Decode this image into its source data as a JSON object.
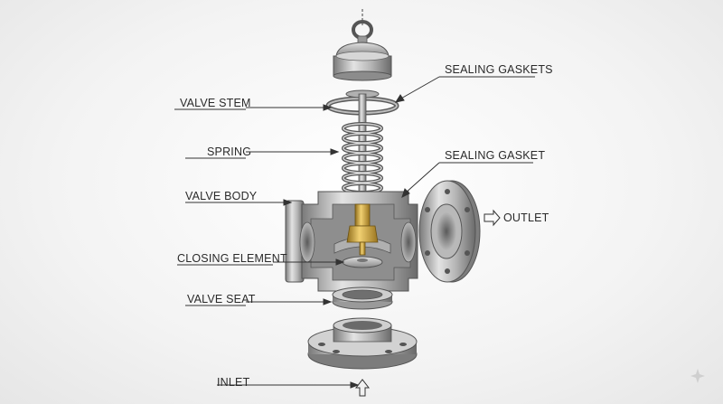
{
  "labels": {
    "valve_stem": "VALVE STEM",
    "spring": "SPRING",
    "valve_body": "VALVE BODY",
    "closing_element": "CLOSING ELEMENT",
    "valve_seat": "VALVE SEAT",
    "inlet": "INLET",
    "sealing_gaskets": "SEALING GASKETS",
    "sealing_gasket": "SEALING GASKET",
    "outlet": "OUTLET"
  },
  "colors": {
    "metal_light": "#d9d9d9",
    "metal_mid": "#a8a8a8",
    "metal_dark": "#6e6e6e",
    "brass": "#c9a23c",
    "line": "#333333"
  }
}
